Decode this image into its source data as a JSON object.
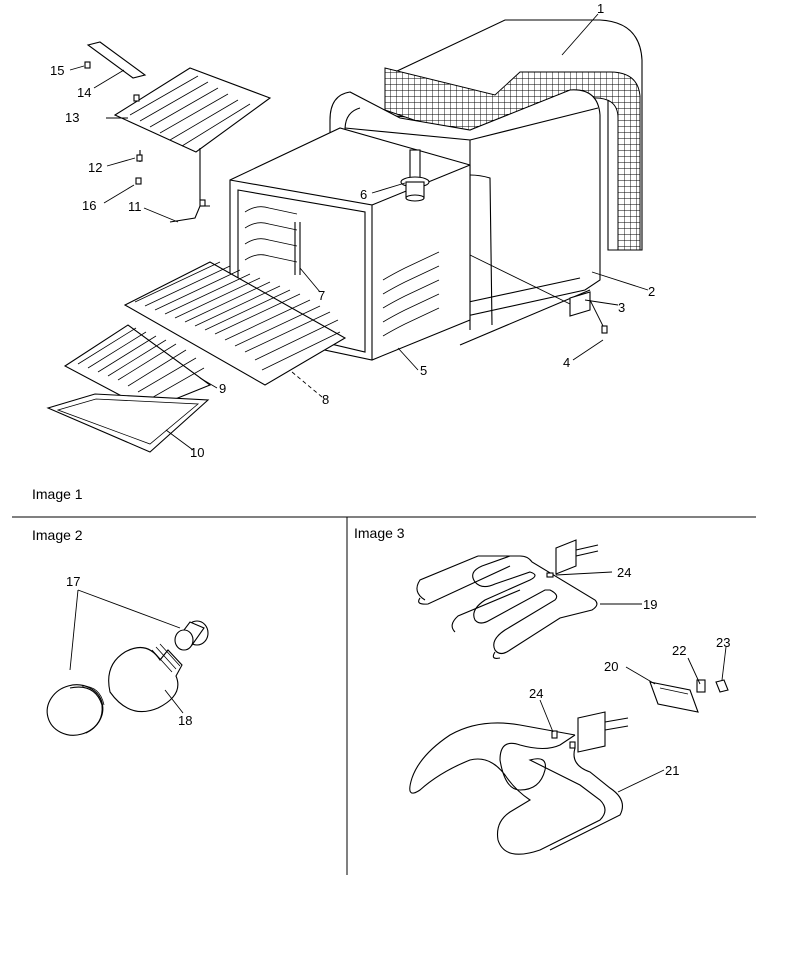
{
  "captions": {
    "image1": "Image 1",
    "image2": "Image 2",
    "image3": "Image 3"
  },
  "callouts": {
    "c1": "1",
    "c2": "2",
    "c3": "3",
    "c4": "4",
    "c5": "5",
    "c6": "6",
    "c7": "7",
    "c8": "8",
    "c9": "9",
    "c10": "10",
    "c11": "11",
    "c12": "12",
    "c13": "13",
    "c14": "14",
    "c15": "15",
    "c16": "16",
    "c17": "17",
    "c18": "18",
    "c19": "19",
    "c20": "20",
    "c21": "21",
    "c22": "22",
    "c23": "23",
    "c24a": "24",
    "c24b": "24"
  }
}
